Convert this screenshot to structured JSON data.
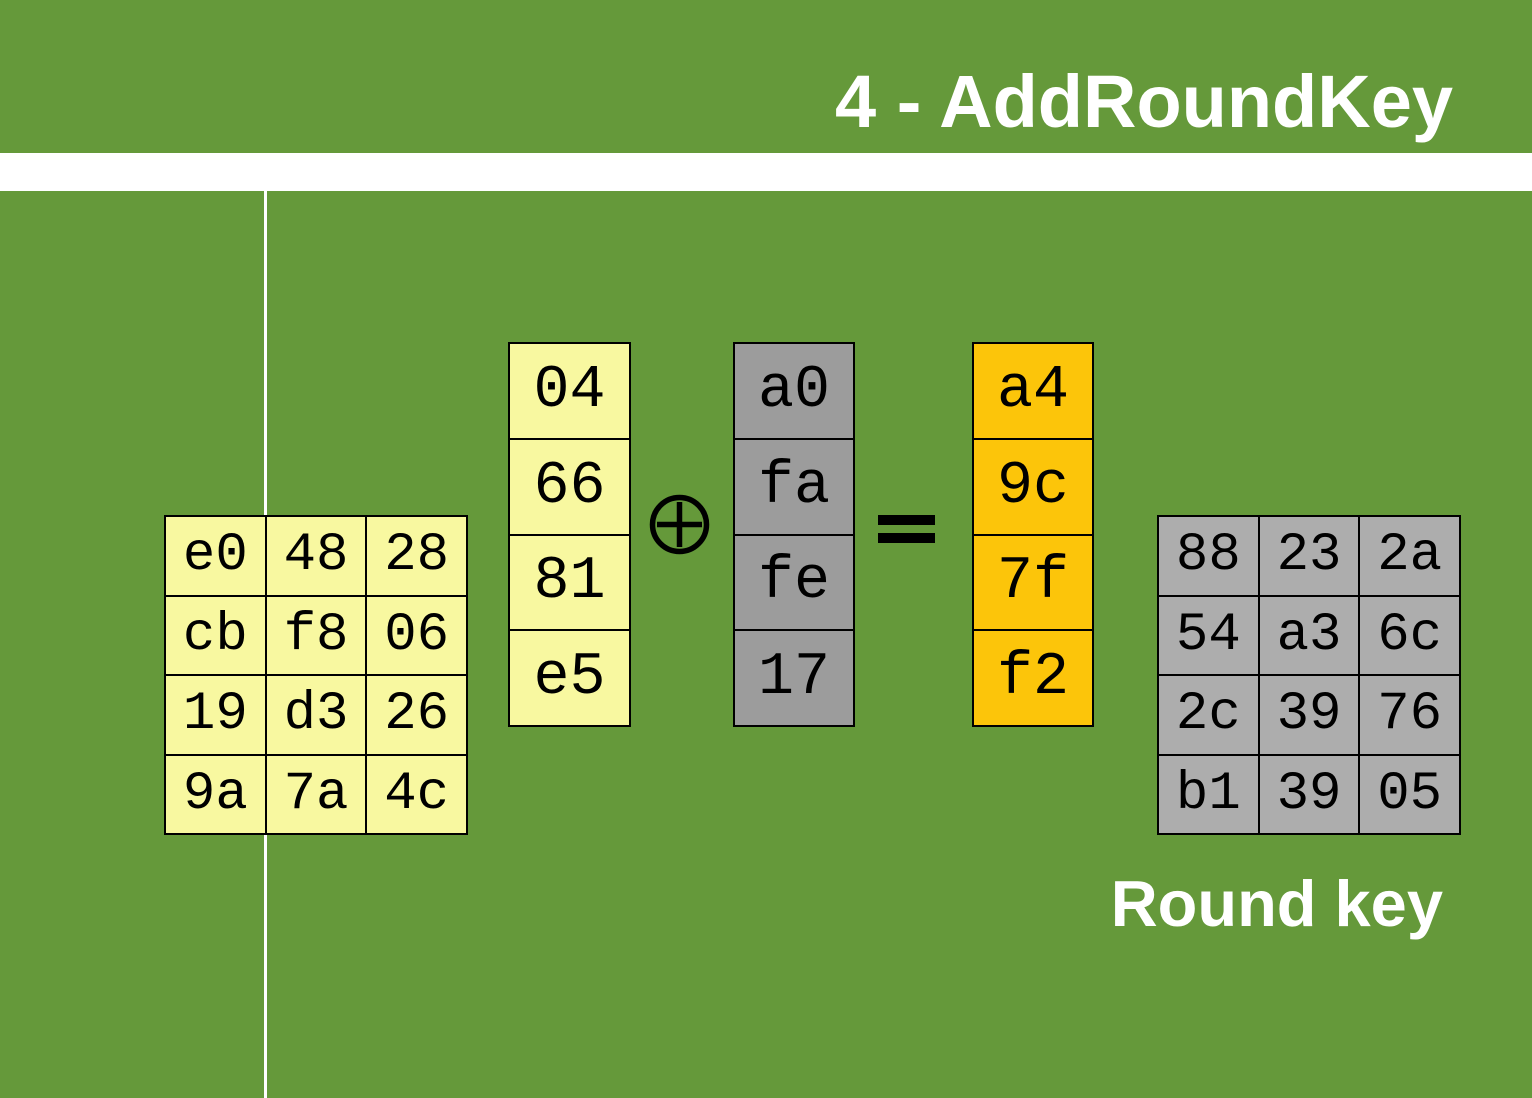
{
  "title": "4 - AddRoundKey",
  "round_key_label": "Round key",
  "state_grid": [
    [
      "e0",
      "48",
      "28"
    ],
    [
      "cb",
      "f8",
      "06"
    ],
    [
      "19",
      "d3",
      "26"
    ],
    [
      "9a",
      "7a",
      "4c"
    ]
  ],
  "state_column": [
    "04",
    "66",
    "81",
    "e5"
  ],
  "key_column": [
    "a0",
    "fa",
    "fe",
    "17"
  ],
  "result_column": [
    "a4",
    "9c",
    "7f",
    "f2"
  ],
  "round_key_grid": [
    [
      "88",
      "23",
      "2a"
    ],
    [
      "54",
      "a3",
      "6c"
    ],
    [
      "2c",
      "39",
      "76"
    ],
    [
      "b1",
      "39",
      "05"
    ]
  ],
  "operators": {
    "xor_symbol": "⊕",
    "equals_symbol": "="
  },
  "icons": {
    "xor": "circle-plus-icon",
    "equals": "equals-icon"
  },
  "colors": {
    "background": "#65993a",
    "title_text": "#ffffff",
    "divider": "#ffffff",
    "state_fill": "#f8f8a0",
    "key_column_fill": "#9c9c9c",
    "round_key_grid_fill": "#adadad",
    "result_fill": "#fcc50a",
    "cell_text": "#000000",
    "cell_border": "#000000"
  }
}
